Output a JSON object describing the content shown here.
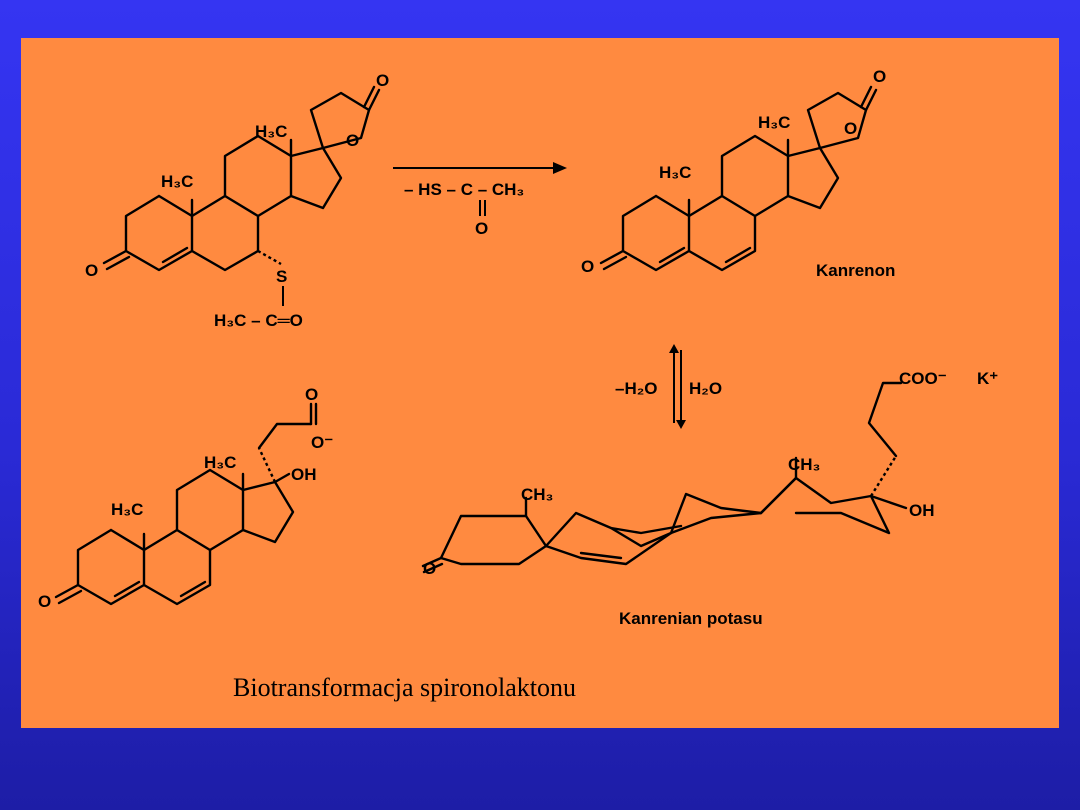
{
  "caption": "Biotransformacja spironolaktonu",
  "compounds": {
    "spironolactone": {
      "o_lactone_carbonyl": "O",
      "o_lactone_ring": "O",
      "o_ketone": "O",
      "s": "S",
      "acetyl_left": "H₃C – C═O",
      "ch3_top": "H₃C",
      "ch3_a": "H₃C"
    },
    "kanrenon": {
      "name": "Kanrenon",
      "o_lactone_carbonyl": "O",
      "o_lactone_ring": "O",
      "o_ketone": "O",
      "ch3_top": "H₃C",
      "ch3_a": "H₃C"
    },
    "kanrenoate_flat": {
      "o_carbonyl": "O",
      "o_minus": "O⁻",
      "oh": "OH",
      "o_ketone": "O",
      "ch3_top": "H₃C",
      "ch3_a": "H₃C"
    },
    "kanrenian_potasu": {
      "name": "Kanrenian potasu",
      "coo": "COO⁻",
      "k": "K⁺",
      "ch3_a": "CH₃",
      "ch3_b": "CH₃",
      "oh": "OH",
      "o_ketone": "O"
    }
  },
  "reaction_arrow": {
    "reagent": "– HS – C – CH₃",
    "reagent_o": "O"
  },
  "equilibrium": {
    "left": "–H₂O",
    "right": "H₂O"
  }
}
